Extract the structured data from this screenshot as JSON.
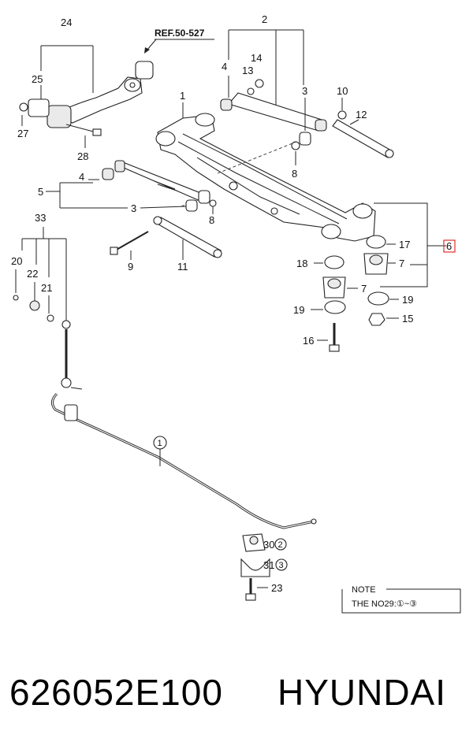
{
  "ref_label": "REF.50-527",
  "callouts": {
    "c24": "24",
    "c25": "25",
    "c27": "27",
    "c28": "28",
    "c2": "2",
    "c4a": "4",
    "c14": "14",
    "c13": "13",
    "c3a": "3",
    "c1": "1",
    "c8a": "8",
    "c10": "10",
    "c12": "12",
    "c4b": "4",
    "c5": "5",
    "c3b": "3",
    "c8b": "8",
    "c33": "33",
    "c20": "20",
    "c22": "22",
    "c21": "21",
    "c9": "9",
    "c11": "11",
    "c17": "17",
    "c6": "6",
    "c18": "18",
    "c7a": "7",
    "c7b": "7",
    "c19a": "19",
    "c19b": "19",
    "c15": "15",
    "c16": "16",
    "c1circ": "1",
    "c30": "30",
    "c30circ": "2",
    "c31": "31",
    "c31circ": "3",
    "c23": "23"
  },
  "note": {
    "title": "NOTE",
    "line": "THE NO29:①~③"
  },
  "highlight_color": "#e0302a",
  "part_number": "626052E100",
  "brand": "HYUNDAI"
}
